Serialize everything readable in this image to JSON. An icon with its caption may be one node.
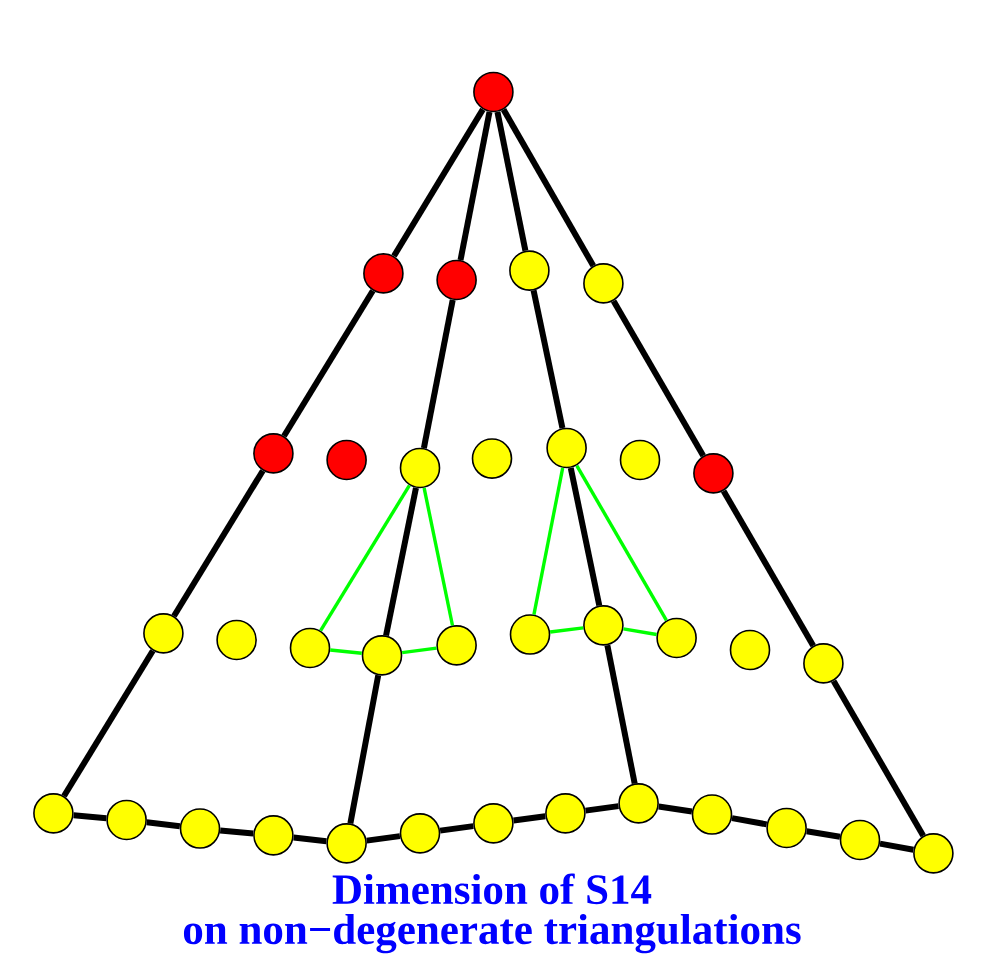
{
  "diagram": {
    "caption": "Dimension of S14 on non−degenerate triangulations",
    "nodes": [
      {
        "text": [],
        "shape": "circle"
      },
      {
        "text": [],
        "shape": "circle"
      },
      {
        "text": [],
        "shape": "circle"
      },
      {
        "text": [],
        "shape": "circle"
      },
      {
        "text": [],
        "shape": "circle"
      },
      {
        "text": [],
        "shape": "circle"
      },
      {
        "text": [],
        "shape": "circle"
      },
      {
        "text": [],
        "shape": "circle"
      },
      {
        "text": [],
        "shape": "circle"
      },
      {
        "text": [],
        "shape": "circle"
      },
      {
        "text": [],
        "shape": "circle"
      },
      {
        "text": [],
        "shape": "circle"
      },
      {
        "text": [],
        "shape": "circle"
      },
      {
        "text": [],
        "shape": "circle"
      },
      {
        "text": [],
        "shape": "circle"
      },
      {
        "text": [],
        "shape": "circle"
      },
      {
        "text": [],
        "shape": "circle"
      },
      {
        "text": [],
        "shape": "circle"
      },
      {
        "text": [],
        "shape": "circle"
      },
      {
        "text": [],
        "shape": "circle"
      },
      {
        "text": [],
        "shape": "circle"
      },
      {
        "text": [],
        "shape": "circle"
      },
      {
        "text": [],
        "shape": "circle"
      },
      {
        "text": [],
        "shape": "circle"
      },
      {
        "text": [],
        "shape": "circle"
      },
      {
        "text": [],
        "shape": "circle"
      },
      {
        "text": [],
        "shape": "circle"
      },
      {
        "text": [],
        "shape": "circle"
      },
      {
        "text": [],
        "shape": "circle"
      },
      {
        "text": [],
        "shape": "circle"
      },
      {
        "text": [],
        "shape": "circle"
      },
      {
        "text": [],
        "shape": "circle"
      },
      {
        "text": [],
        "shape": "circle"
      },
      {
        "text": [],
        "shape": "circle"
      },
      {
        "text": [],
        "shape": "circle"
      }
    ],
    "edges": [
      {
        "from": 0,
        "to": 1,
        "arrow": "none"
      },
      {
        "from": 1,
        "to": 5,
        "arrow": "none"
      },
      {
        "from": 5,
        "to": 12,
        "arrow": "none"
      },
      {
        "from": 12,
        "to": 22,
        "arrow": "none"
      },
      {
        "from": 0,
        "to": 2,
        "arrow": "none"
      },
      {
        "from": 2,
        "to": 7,
        "arrow": "none"
      },
      {
        "from": 7,
        "to": 15,
        "arrow": "none"
      },
      {
        "from": 15,
        "to": 26,
        "arrow": "none"
      },
      {
        "from": 0,
        "to": 3,
        "arrow": "none"
      },
      {
        "from": 3,
        "to": 9,
        "arrow": "none"
      },
      {
        "from": 9,
        "to": 18,
        "arrow": "none"
      },
      {
        "from": 18,
        "to": 30,
        "arrow": "none"
      },
      {
        "from": 0,
        "to": 4,
        "arrow": "none"
      },
      {
        "from": 4,
        "to": 11,
        "arrow": "none"
      },
      {
        "from": 11,
        "to": 21,
        "arrow": "none"
      },
      {
        "from": 21,
        "to": 34,
        "arrow": "none"
      },
      {
        "from": 22,
        "to": 23,
        "arrow": "none"
      },
      {
        "from": 23,
        "to": 24,
        "arrow": "none"
      },
      {
        "from": 24,
        "to": 25,
        "arrow": "none"
      },
      {
        "from": 25,
        "to": 26,
        "arrow": "none"
      },
      {
        "from": 26,
        "to": 27,
        "arrow": "none"
      },
      {
        "from": 27,
        "to": 28,
        "arrow": "none"
      },
      {
        "from": 28,
        "to": 29,
        "arrow": "none"
      },
      {
        "from": 29,
        "to": 30,
        "arrow": "none"
      },
      {
        "from": 30,
        "to": 31,
        "arrow": "none"
      },
      {
        "from": 31,
        "to": 32,
        "arrow": "none"
      },
      {
        "from": 32,
        "to": 33,
        "arrow": "none"
      },
      {
        "from": 33,
        "to": 34,
        "arrow": "none"
      },
      {
        "from": 7,
        "to": 14,
        "arrow": "none",
        "color": "#00ff00"
      },
      {
        "from": 7,
        "to": 16,
        "arrow": "none",
        "color": "#00ff00"
      },
      {
        "from": 14,
        "to": 15,
        "arrow": "none",
        "color": "#00ff00"
      },
      {
        "from": 15,
        "to": 16,
        "arrow": "none",
        "color": "#00ff00"
      },
      {
        "from": 9,
        "to": 17,
        "arrow": "none",
        "color": "#00ff00"
      },
      {
        "from": 9,
        "to": 19,
        "arrow": "none",
        "color": "#00ff00"
      },
      {
        "from": 17,
        "to": 18,
        "arrow": "none",
        "color": "#00ff00"
      },
      {
        "from": 18,
        "to": 19,
        "arrow": "none",
        "color": "#00ff00"
      }
    ]
  }
}
